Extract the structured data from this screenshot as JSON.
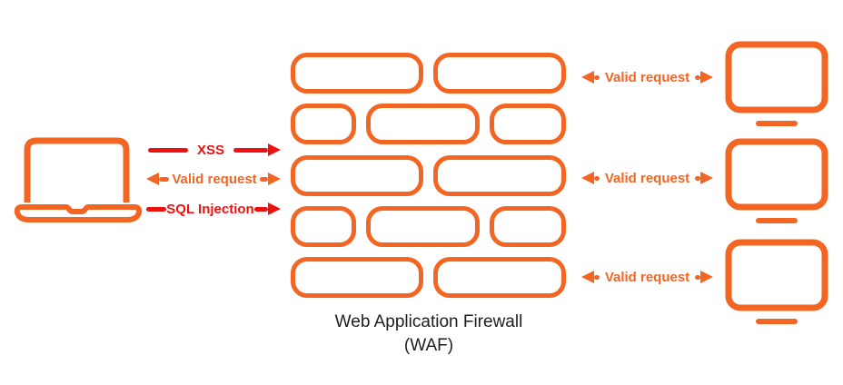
{
  "colors": {
    "orange": "#F26522",
    "red": "#EE1111",
    "title_text": "#1D1D1B",
    "background": "#FFFFFF"
  },
  "left_device": {
    "type": "laptop",
    "icon": "laptop-icon"
  },
  "left_flows": [
    {
      "label": "XSS",
      "color": "red",
      "direction": "right",
      "blocked_by_wall": true
    },
    {
      "label": "Valid request",
      "color": "orange",
      "direction": "both",
      "blocked_by_wall": false
    },
    {
      "label": "SQL Injection",
      "color": "red",
      "direction": "right",
      "blocked_by_wall": true
    }
  ],
  "firewall": {
    "title_line1": "Web Application Firewall",
    "title_line2": "(WAF)",
    "brick_rows": [
      2,
      3,
      2,
      3,
      2
    ]
  },
  "right_flows": [
    {
      "label": "Valid request",
      "direction": "both"
    },
    {
      "label": "Valid request",
      "direction": "both"
    },
    {
      "label": "Valid request",
      "direction": "both"
    }
  ],
  "right_devices": {
    "type": "server-monitor",
    "count": 3,
    "icon": "monitor-icon"
  }
}
